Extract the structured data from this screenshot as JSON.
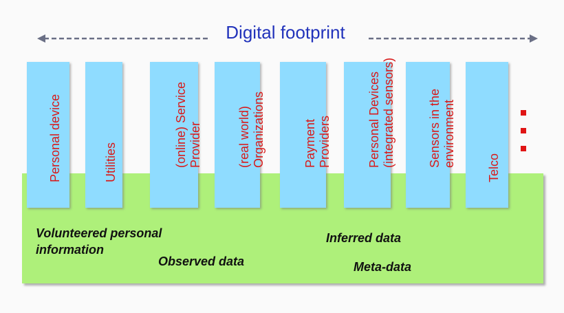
{
  "title": "Digital footprint",
  "columns": [
    {
      "lines": [
        "Personal device"
      ]
    },
    {
      "lines": [
        "Utilities"
      ]
    },
    {
      "lines": [
        "(online) Service",
        "Provider"
      ]
    },
    {
      "lines": [
        "(real world)",
        "Organizations"
      ]
    },
    {
      "lines": [
        "Payment",
        "Providers"
      ]
    },
    {
      "lines": [
        "Personal Devices",
        "(integrated sensors)"
      ]
    },
    {
      "lines": [
        "Sensors in the",
        "environment"
      ]
    },
    {
      "lines": [
        "Telco"
      ]
    }
  ],
  "data_types": {
    "volunteered_line1": "Volunteered personal",
    "volunteered_line2": "information",
    "observed": "Observed data",
    "inferred": "Inferred data",
    "meta": "Meta-data"
  },
  "colors": {
    "title": "#2233bb",
    "column_fill": "#8fdcff",
    "column_text": "#d81a1a",
    "base_fill": "#aef07a",
    "arrow": "#6a6f85",
    "ellipsis_dots": "#e01515"
  }
}
